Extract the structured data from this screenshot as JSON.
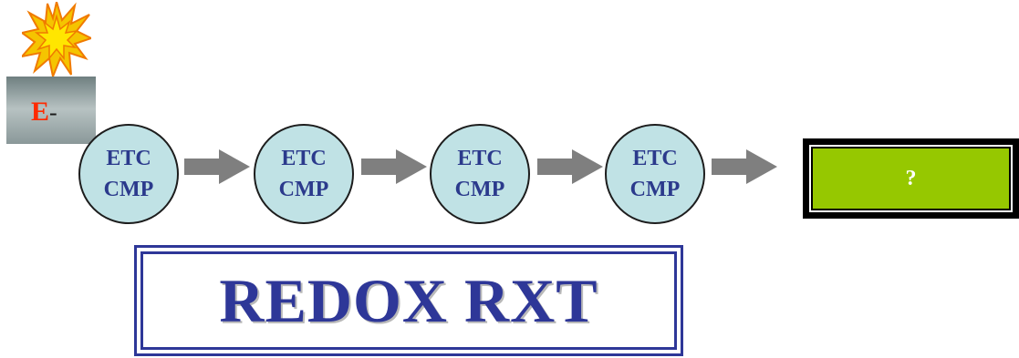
{
  "electron": {
    "label": "E",
    "charge": "-"
  },
  "chain": {
    "components": [
      {
        "line1": "ETC",
        "line2": "CMP"
      },
      {
        "line1": "ETC",
        "line2": "CMP"
      },
      {
        "line1": "ETC",
        "line2": "CMP"
      },
      {
        "line1": "ETC",
        "line2": "CMP"
      }
    ]
  },
  "result": {
    "label": "?"
  },
  "title": "REDOX RXT",
  "colors": {
    "circle_fill": "#c0e2e5",
    "text_blue": "#2e3798",
    "arrow_gray": "#7f7f7f",
    "result_green": "#96c800",
    "electron_red": "#ff2a00",
    "burst_yellow": "#f5c400",
    "burst_orange": "#f07a00"
  },
  "icons": {
    "burst": "explosion-starburst-icon",
    "arrow": "right-arrow-icon"
  }
}
